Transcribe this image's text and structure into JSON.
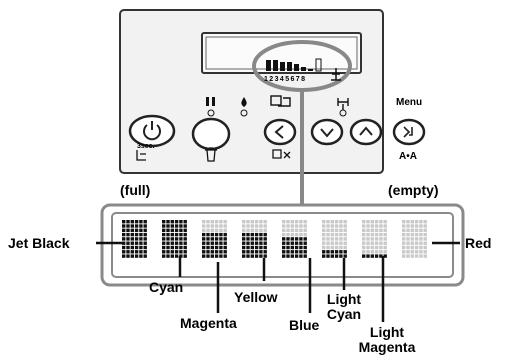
{
  "full_label": "(full)",
  "empty_label": "(empty)",
  "panel": {
    "lcd_ticks": [
      "1",
      "2",
      "3",
      "4",
      "5",
      "6",
      "7",
      "8"
    ],
    "menu_label": "Menu",
    "three_sec_label": "3sec.",
    "a_a_label": "A•A"
  },
  "cartridges": [
    {
      "name": "Jet Black",
      "fill": 1.0
    },
    {
      "name": "Cyan",
      "fill": 1.0
    },
    {
      "name": "Magenta",
      "fill": 0.72
    },
    {
      "name": "Yellow",
      "fill": 0.72
    },
    {
      "name": "Blue",
      "fill": 0.55
    },
    {
      "name": "Light Cyan",
      "fill": 0.22
    },
    {
      "name": "Light Magenta",
      "fill": 0.11
    },
    {
      "name": "Red",
      "fill": 0.0
    }
  ],
  "colors": {
    "ink": "#111111",
    "empty_cell": "#c9c9c9",
    "frame": "#8a8a8a",
    "panel_bg": "#f2f2f2"
  }
}
